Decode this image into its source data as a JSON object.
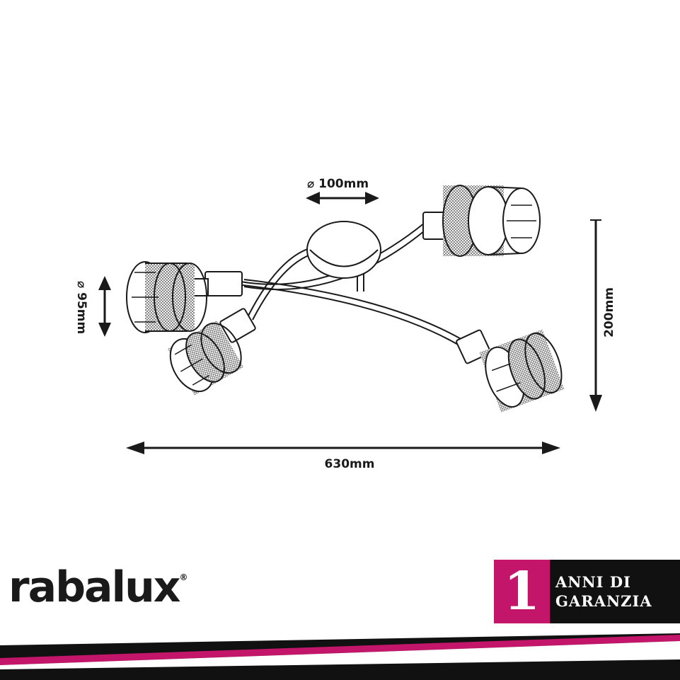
{
  "dimensions": {
    "top_diameter": "⌀ 100mm",
    "shade_diameter": "⌀ 95mm",
    "height": "200mm",
    "width": "630mm"
  },
  "brand": {
    "name": "rabalux",
    "registered_mark": "®"
  },
  "warranty": {
    "years": "1",
    "line1": "ANNI DI",
    "line2": "GARANZIA"
  },
  "colors": {
    "brand_magenta": "#c3166b",
    "dark": "#111111",
    "line_art": "#1a1a1a"
  }
}
